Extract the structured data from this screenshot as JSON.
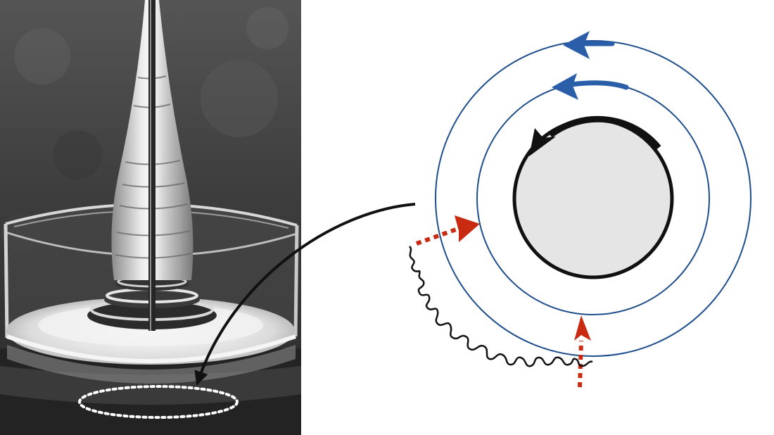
{
  "figure": {
    "panels": [
      {
        "name": "photo-panel",
        "kind": "photograph",
        "tone": "grayscale"
      },
      {
        "name": "schematic-panel",
        "kind": "schematic"
      }
    ]
  },
  "colors": {
    "background": "#ffffff",
    "photo_dark": "#2e2e2e",
    "orbit_ring": "#1f4e8c",
    "orbit_arrow": "#2a5ea8",
    "inner_disk_fill": "#e5e5e5",
    "inner_disk_stroke": "#111111",
    "inflow_arrow": "#c82a12",
    "connector_arrow": "#111111",
    "highlight_ellipse": "#ffffff"
  },
  "icons": {
    "rotation_arrow": "curved-arrow-icon",
    "inflow_arrow": "dotted-arrow-icon",
    "connector_arrow": "curved-connector-icon",
    "fluctuation": "squiggle-icon"
  }
}
